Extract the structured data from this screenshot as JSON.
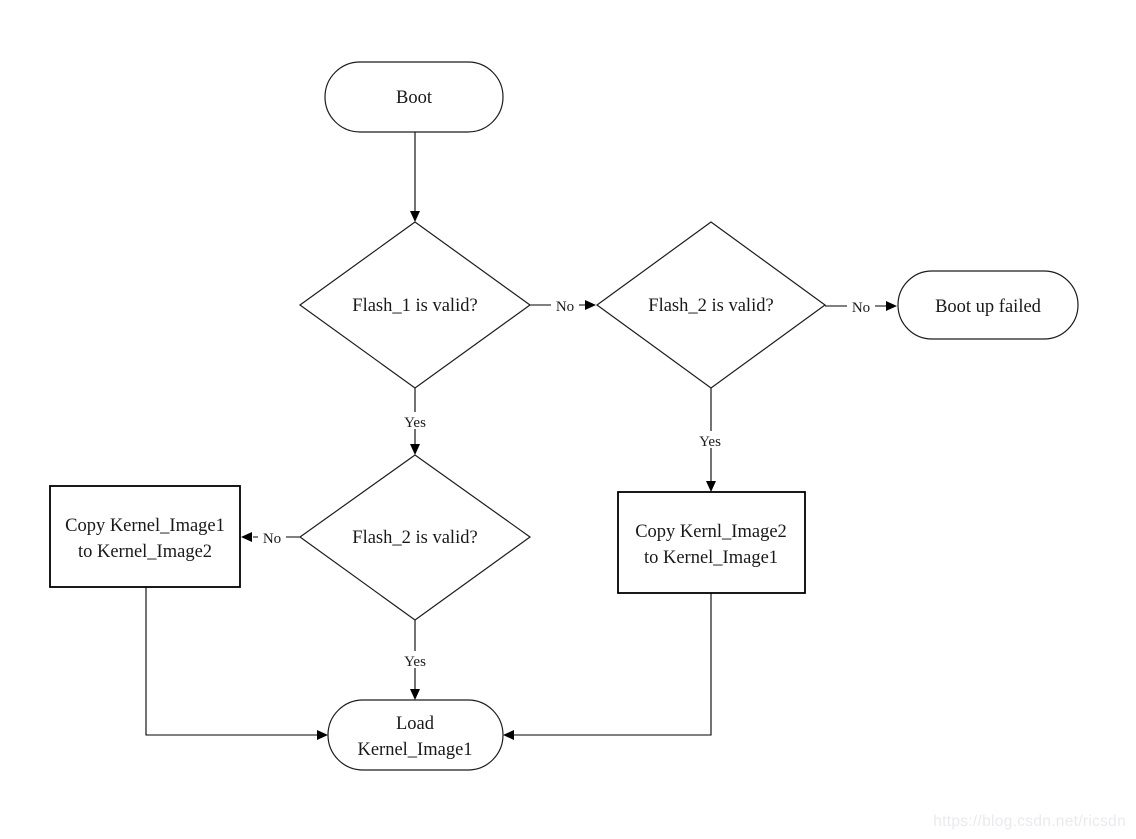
{
  "watermark": {
    "text": "https://blog.csdn.net/ricsdn",
    "color": "#e9eaee"
  },
  "flowchart": {
    "colors": {
      "background": "#ffffff",
      "stroke": "#000000",
      "text": "#191919"
    },
    "nodes": {
      "boot": {
        "type": "terminator",
        "label": "Boot"
      },
      "flash1_decision": {
        "type": "decision",
        "label": "Flash_1 is valid?"
      },
      "flash2_top_decision": {
        "type": "decision",
        "label": "Flash_2 is valid?"
      },
      "boot_failed": {
        "type": "terminator",
        "label": "Boot up failed"
      },
      "flash2_bottom_decision": {
        "type": "decision",
        "label": "Flash_2 is valid?"
      },
      "copy_image1_to_image2": {
        "type": "process",
        "line1": "Copy Kernel_Image1",
        "line2": "to Kernel_Image2"
      },
      "copy_image2_to_image1": {
        "type": "process",
        "line1": "Copy Kernl_Image2",
        "line2": "to Kernel_Image1"
      },
      "load_kernel": {
        "type": "terminator",
        "line1": "Load",
        "line2": "Kernel_Image1"
      }
    },
    "edges": {
      "flash1_no": "No",
      "flash1_yes": "Yes",
      "flash2_top_no": "No",
      "flash2_top_yes": "Yes",
      "flash2_bottom_no": "No",
      "flash2_bottom_yes": "Yes"
    }
  }
}
